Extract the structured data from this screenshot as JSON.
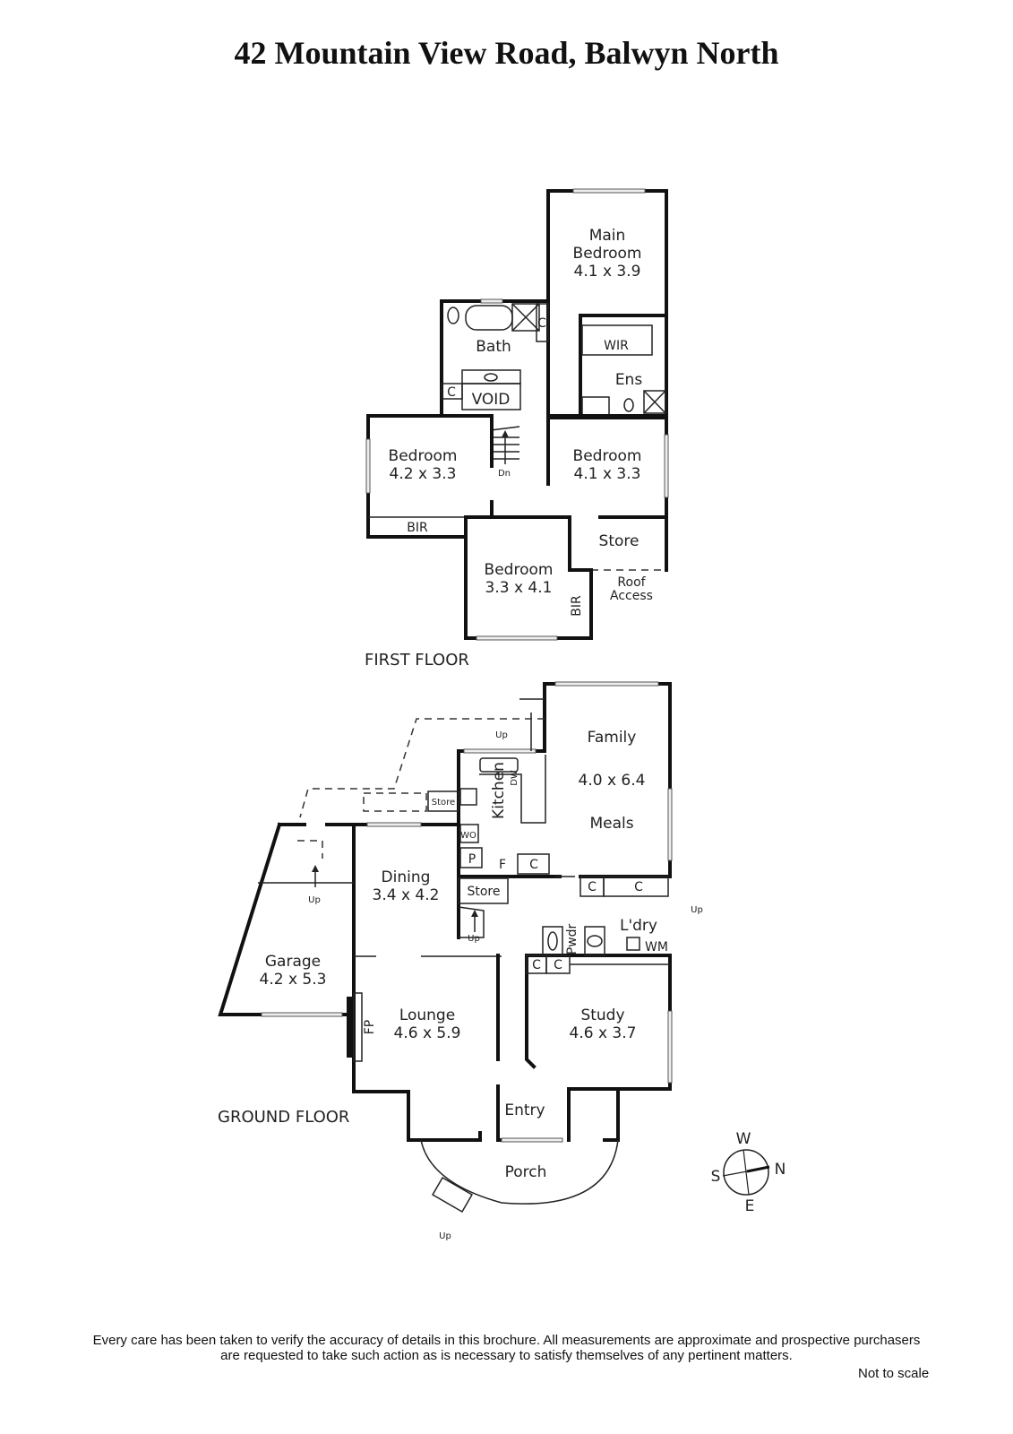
{
  "title": "42 Mountain View Road, Balwyn North",
  "floors": {
    "first": {
      "label": "FIRST FLOOR",
      "rooms": {
        "main_bedroom": {
          "name_line1": "Main",
          "name_line2": "Bedroom",
          "size": "4.1 x 3.9"
        },
        "bath": {
          "name": "Bath"
        },
        "wir": {
          "name": "WIR"
        },
        "ens": {
          "name": "Ens"
        },
        "void": {
          "name": "VOID"
        },
        "bedroom_west": {
          "name": "Bedroom",
          "size": "4.2 x 3.3"
        },
        "bedroom_east": {
          "name": "Bedroom",
          "size": "4.1 x 3.3"
        },
        "bedroom_south": {
          "name": "Bedroom",
          "size": "3.3 x 4.1"
        },
        "store": {
          "name": "Store"
        },
        "roof_access": {
          "name_line1": "Roof",
          "name_line2": "Access"
        },
        "bir_west": {
          "name": "BIR"
        },
        "bir_south": {
          "name": "BIR"
        },
        "cupboard_bath": {
          "name": "C"
        },
        "cupboard_void": {
          "name": "C"
        },
        "stair_label": "Dn"
      }
    },
    "ground": {
      "label": "GROUND FLOOR",
      "rooms": {
        "family": {
          "name": "Family",
          "size": "4.0 x 6.4",
          "name2": "Meals"
        },
        "kitchen": {
          "name": "Kitchen",
          "dw": "DW"
        },
        "store_small": {
          "name": "Store"
        },
        "wo": {
          "name": "WO"
        },
        "pantry": {
          "name": "P"
        },
        "fridge": {
          "name": "F"
        },
        "cupboard_kitchen": {
          "name": "C"
        },
        "cupboard_hall1": {
          "name": "C"
        },
        "cupboard_hall2": {
          "name": "C"
        },
        "dining": {
          "name": "Dining",
          "size": "3.4 x 4.2"
        },
        "store_stairs": {
          "name": "Store"
        },
        "pwdr": {
          "name": "Pwdr"
        },
        "laundry": {
          "name": "L'dry",
          "wm": "WM"
        },
        "cupboard_study1": {
          "name": "C"
        },
        "cupboard_study2": {
          "name": "C"
        },
        "garage": {
          "name": "Garage",
          "size": "4.2 x 5.3"
        },
        "lounge": {
          "name": "Lounge",
          "size": "4.6 x 5.9"
        },
        "fireplace": {
          "name": "FP"
        },
        "study": {
          "name": "Study",
          "size": "4.6 x 3.7"
        },
        "entry": {
          "name": "Entry"
        },
        "porch": {
          "name": "Porch"
        },
        "up_labels": [
          "Up",
          "Up",
          "Up",
          "Up",
          "Up"
        ]
      }
    }
  },
  "compass": {
    "north": "N",
    "south": "S",
    "east": "E",
    "west": "W"
  },
  "disclaimer": {
    "line1": "Every care has been taken to verify the accuracy of details in this brochure.  All measurements are approximate and prospective purchasers",
    "line2": "are requested to take such action as is necessary to satisfy themselves of any pertinent matters."
  },
  "scale_note": "Not to scale"
}
